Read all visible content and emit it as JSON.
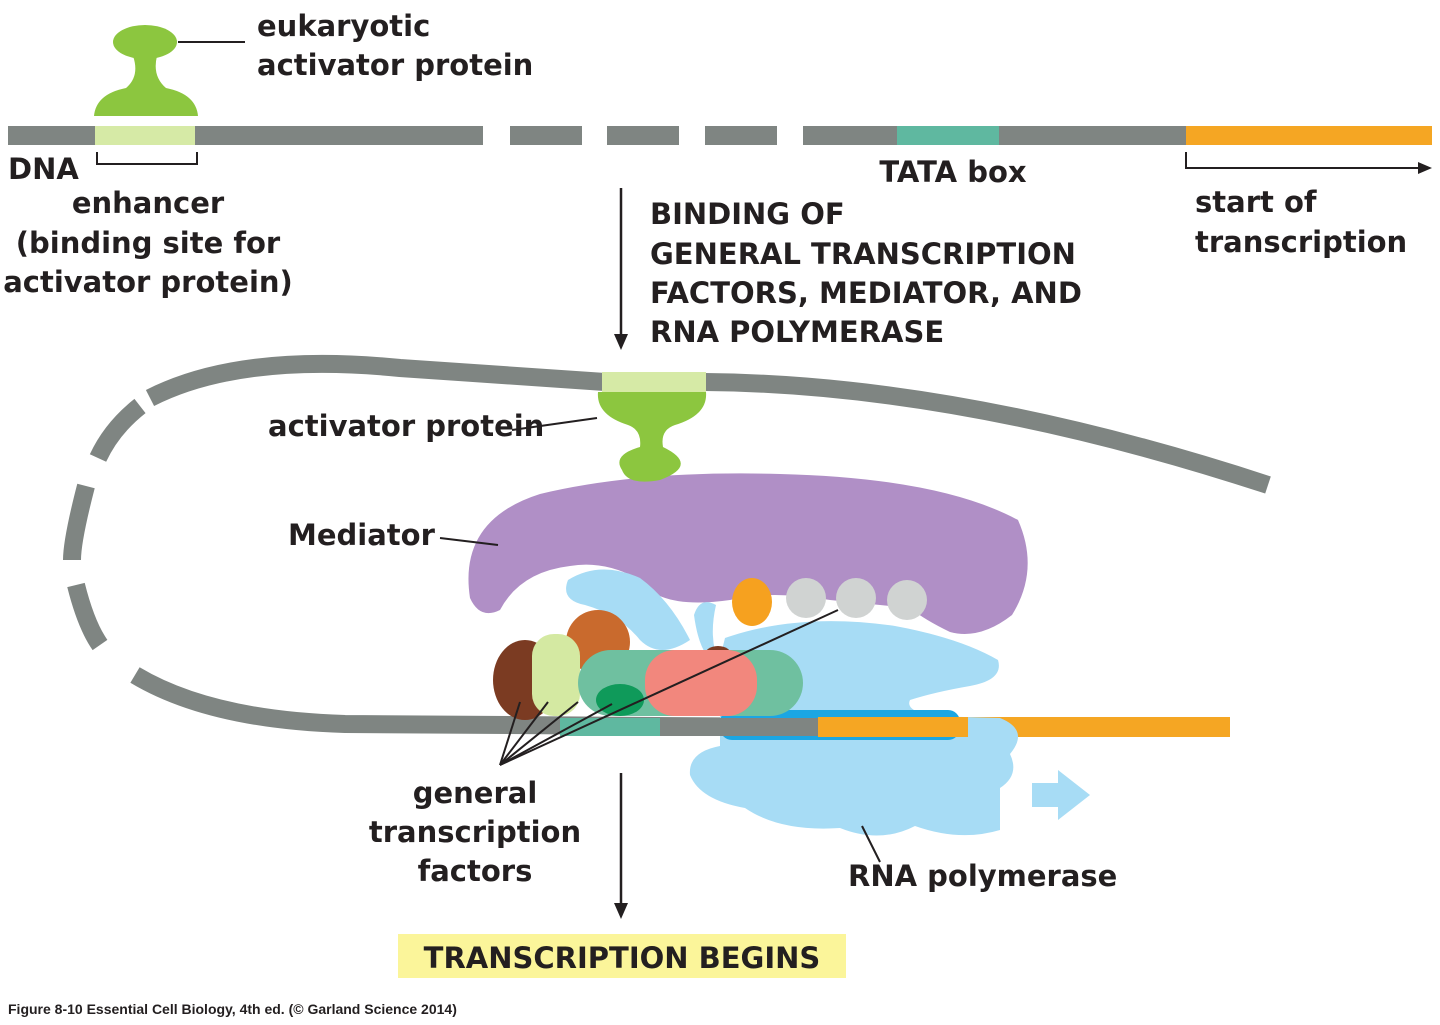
{
  "labels": {
    "activator_top_1": "eukaryotic",
    "activator_top_2": "activator protein",
    "dna": "DNA",
    "enhancer_1": "enhancer",
    "enhancer_2": "(binding site for",
    "enhancer_3": "activator protein)",
    "tata": "TATA box",
    "start_1": "start of",
    "start_2": "transcription",
    "step_1": "BINDING OF",
    "step_2": "GENERAL TRANSCRIPTION",
    "step_3": "FACTORS, MEDIATOR, AND",
    "step_4": "RNA POLYMERASE",
    "activator": "activator protein",
    "mediator": "Mediator",
    "gtf_1": "general",
    "gtf_2": "transcription",
    "gtf_3": "factors",
    "rnap": "RNA polymerase",
    "begins": "TRANSCRIPTION BEGINS",
    "caption": "Figure 8-10  Essential Cell Biology, 4th ed. (© Garland Science 2014)"
  },
  "colors": {
    "dna": "#7f8582",
    "enhancer": "#d6eaa6",
    "activator": "#8cc63f",
    "tata": "#5fb8a0",
    "transcribed": "#f5a623",
    "mediator": "#b08fc6",
    "rna_polymerase": "#a7dcf5",
    "rna_polymerase_dark": "#1ba6e3",
    "gtf_brown": "#7b3b22",
    "gtf_orange_brown": "#c96a2d",
    "gtf_light_green": "#d4e9a2",
    "gtf_teal": "#6fc0a0",
    "gtf_salmon": "#f2877d",
    "gtf_dark_green": "#0f9a5a",
    "gtf_grey": "#d0d3d2",
    "gtf_orange": "#f6a11f",
    "highlight": "#fbf59a"
  }
}
